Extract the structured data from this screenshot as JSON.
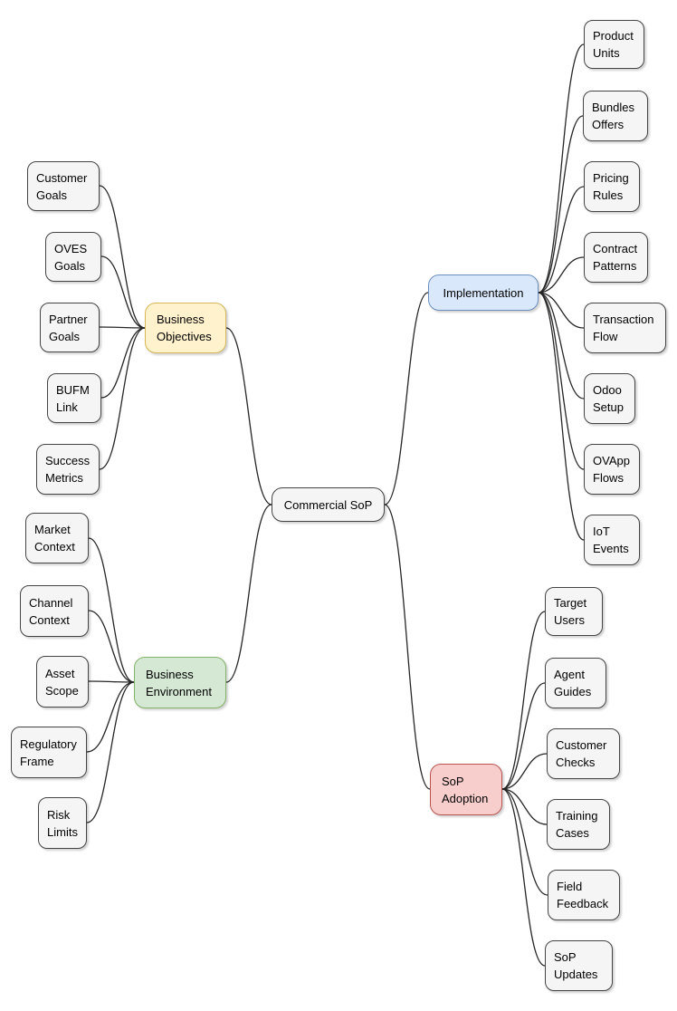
{
  "root": {
    "label": "Commercial SoP"
  },
  "branches": [
    {
      "label": "Business Objectives",
      "fill": "#FFF2CC",
      "stroke": "#D6B656",
      "children": [
        {
          "label": "Customer Goals"
        },
        {
          "label": "OVES Goals"
        },
        {
          "label": "Partner Goals"
        },
        {
          "label": "BUFM Link"
        },
        {
          "label": "Success Metrics"
        }
      ]
    },
    {
      "label": "Business Environment",
      "fill": "#D5E8D4",
      "stroke": "#82B366",
      "children": [
        {
          "label": "Market Context"
        },
        {
          "label": "Channel Context"
        },
        {
          "label": "Asset Scope"
        },
        {
          "label": "Regulatory Frame"
        },
        {
          "label": "Risk Limits"
        }
      ]
    },
    {
      "label": "Implementation",
      "fill": "#DAE8FC",
      "stroke": "#6C8EBF",
      "children": [
        {
          "label": "Product Units"
        },
        {
          "label": "Bundles Offers"
        },
        {
          "label": "Pricing Rules"
        },
        {
          "label": "Contract Patterns"
        },
        {
          "label": "Transaction Flow"
        },
        {
          "label": "Odoo Setup"
        },
        {
          "label": "OVApp Flows"
        },
        {
          "label": "IoT Events"
        }
      ]
    },
    {
      "label": "SoP Adoption",
      "fill": "#F8CECC",
      "stroke": "#B85450",
      "children": [
        {
          "label": "Target Users"
        },
        {
          "label": "Agent Guides"
        },
        {
          "label": "Customer Checks"
        },
        {
          "label": "Training Cases"
        },
        {
          "label": "Field Feedback"
        },
        {
          "label": "SoP Updates"
        }
      ]
    }
  ],
  "styles": {
    "leaf_fill": "#F5F5F5",
    "leaf_stroke": "#444444",
    "edge_color": "#262626"
  }
}
